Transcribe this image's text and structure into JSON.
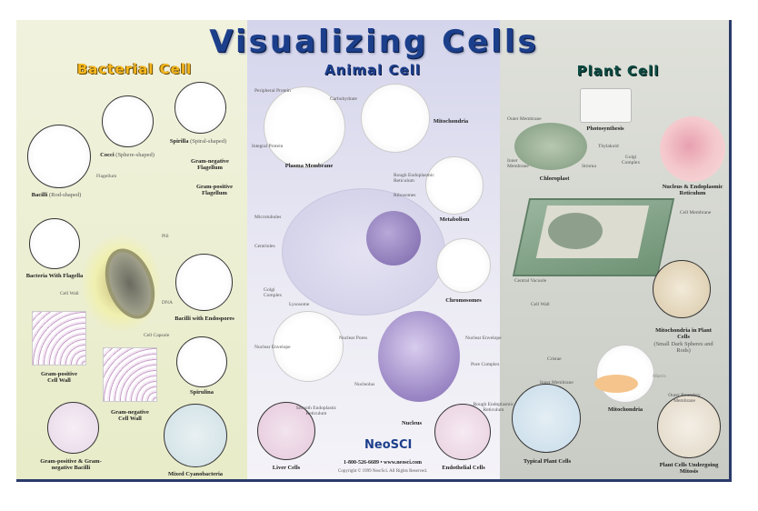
{
  "title": "Visualizing Cells",
  "colors": {
    "title": "#1c3f8c",
    "bacterial_heading": "#f5b820",
    "animal_heading": "#1c3f8c",
    "plant_heading": "#0d4a42",
    "frame": "#2a3a6a"
  },
  "bacterial": {
    "heading": "Bacterial Cell",
    "cocci": "Cocci",
    "cocci_sub": "(Sphere-shaped)",
    "spirilla": "Spirilla",
    "spirilla_sub": "(Spiral-shaped)",
    "bacilli": "Bacilli",
    "bacilli_sub": "(Rod-shaped)",
    "gram_neg_flagellum": "Gram-negative Flagellum",
    "gram_pos_flagellum": "Gram-positive Flagellum",
    "flagellum": "Flagellum",
    "pili": "Pili",
    "with_flagella": "Bacteria With Flagella",
    "cell_wall": "Cell Wall",
    "dna": "DNA",
    "cell_capsule": "Cell Capsule",
    "endospores": "Bacilli with Endospores",
    "gram_pos_wall": "Gram-positive Cell Wall",
    "gram_neg_wall": "Gram-negative Cell Wall",
    "spirulina": "Spirulina",
    "gram_both": "Gram-positive & Gram-negative Bacilli",
    "cyanobacteria": "Mixed Cyanobacteria"
  },
  "animal": {
    "heading": "Animal Cell",
    "peripheral_protein": "Peripheral Protein",
    "carbohydrate": "Carbohydrate",
    "integral_protein": "Integral Protein",
    "plasma_membrane": "Plasma Membrane",
    "mitochondria": "Mitochondria",
    "metabolism": "Metabolism",
    "rough_er": "Rough Endoplasmic Reticulum",
    "ribosomes": "Ribosomes",
    "microtubules": "Microtubules",
    "centrioles": "Centrioles",
    "golgi": "Golgi Complex",
    "lysosome": "Lysosome",
    "chromosomes": "Chromosomes",
    "nuclear_pores": "Nuclear Pores",
    "nuclear_envelope": "Nuclear Envelope",
    "nuclear_envelope2": "Nuclear Envelope",
    "pore_complex": "Pore Complex",
    "nucleolus": "Nucleolus",
    "rough_er2": "Rough Endoplasmic Reticulum",
    "smooth_er": "Smooth Endoplastic Reticulum",
    "nucleus": "Nucleus",
    "liver": "Liver Cells",
    "endothelial": "Endothelial Cells",
    "logo": "NeoSCI",
    "phone": "1-800-526-6689 • www.neosci.com",
    "copyright": "Copyright © 1999 Neo/Sci. All Rights Reserved."
  },
  "plant": {
    "heading": "Plant Cell",
    "photosynthesis": "Photosynthesis",
    "outer_membrane": "Outer Membrane",
    "thylakoid": "Thylakoid",
    "inner_membrane": "Inner Membrane",
    "stroma": "Stroma",
    "chloroplast": "Chloroplast",
    "golgi": "Golgi Complex",
    "nucleus_er": "Nucleus & Endoplasmic Reticulum",
    "cell_membrane": "Cell Membrane",
    "central_vacuole": "Central Vacuole",
    "cell_wall": "Cell Wall",
    "mito_plant": "Mitochondria in Plant Cells",
    "mito_plant_sub": "(Small Dark Spheres and Rods)",
    "cristae": "Cristae",
    "inner_membrane2": "Inner Membrane",
    "matrix": "Matrix",
    "outer_boundary": "Outer Boundary Membrane",
    "mitochondria": "Mitochondria",
    "typical": "Typical Plant Cells",
    "mitosis": "Plant Cells Undergoing Mitosis"
  }
}
